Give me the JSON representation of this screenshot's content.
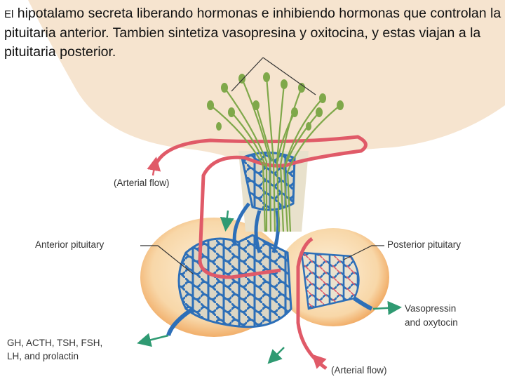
{
  "caption": {
    "first_word": "El",
    "rest": " hipotalamo secreta liberando hormonas e inhibiendo hormonas que controlan la pituitaria anterior.  Tambien sintetiza vasopresina y oxitocina, y estas viajan a la pituitaria posterior."
  },
  "labels": {
    "arterial_flow_top": "(Arterial flow)",
    "anterior_pituitary": "Anterior pituitary",
    "posterior_pituitary": "Posterior pituitary",
    "vasopressin_line1": "Vasopressin",
    "vasopressin_line2": "and oxytocin",
    "hormones_line1": "GH, ACTH, TSH, FSH,",
    "hormones_line2": "LH, and prolactin",
    "arterial_flow_bottom": "(Arterial flow)"
  },
  "colors": {
    "hypothalamus": "#f6e4cf",
    "gland_shell": "#f1a95e",
    "gland_inner": "#fae6c6",
    "portal_vessels": "#2d6fb8",
    "arteries": "#e05a68",
    "neurons": "#7fa84a",
    "hormone_arrows": "#2f9a72"
  }
}
